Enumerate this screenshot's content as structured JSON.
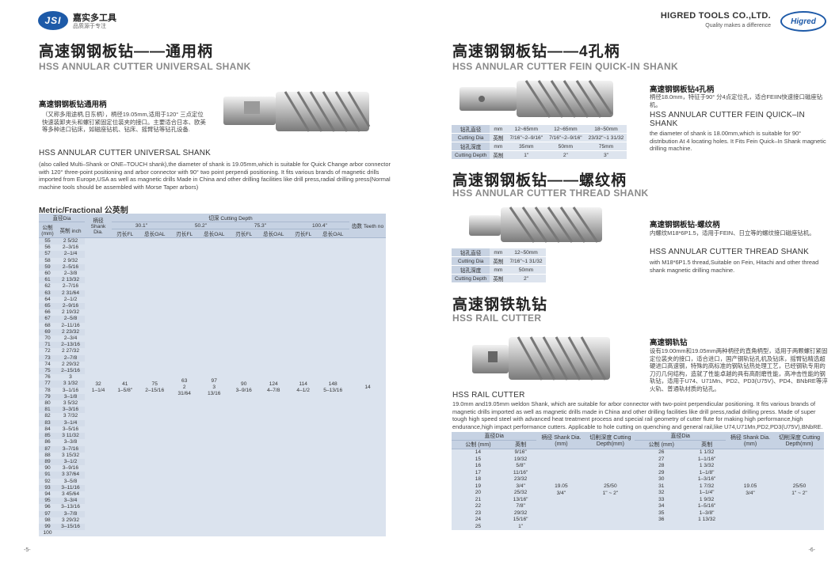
{
  "left": {
    "brand_cn": "嘉实多工具",
    "brand_slogan": "品质源于专注",
    "logo_text": "JSI",
    "title_cn": "高速钢钢板钻——通用柄",
    "title_en": "HSS ANNULAR CUTTER UNIVERSAL SHANK",
    "sub_cn": "高速钢钢板钻通用柄",
    "desc_cn": "（又称多用途柄,日东柄），柄径19.05mm,适用于120° 三点定位快速装卸夹头和螺钉紧固定位装夹的接口。主要适合日本、欧美等多种进口钻床，如磁座钻机、钻床、摇臂钻等钻孔设备.",
    "sub_en": "HSS ANNULAR CUTTER UNIVERSAL SHANK",
    "desc_en": "(also called Multi–Shank or ONE–TOUCH shank),the diameter of shank is 19.05mm,which is suitable for Quick Change arbor connector with 120° three-point positioning and arbor connector with 90° two point perpendi positioning. It fits various brands of magnetic drills imported from Europe,USA as well as magnetic drills Made in China and other drilling facilities like drill press,radial drilling press(Normal machine tools should be assembled with Morse Taper arbors)",
    "table_title": "Metric/Fractional 公英制",
    "table": {
      "h_dia": "直径Dia",
      "h_metric": "公制 (mm)",
      "h_inch": "英制 inch",
      "h_shank": "柄径 Shank Dia.",
      "h_cutting": "切深 Cutting Depth",
      "h_teeth": "齿数 Teeth no",
      "depths": [
        "30.1\"",
        "50.2\"",
        "75.3\"",
        "100.4\""
      ],
      "h_fl": "刃长FL",
      "h_oal": "总长OAL",
      "metric": [
        "55",
        "56",
        "57",
        "58",
        "59",
        "60",
        "61",
        "62",
        "63",
        "64",
        "65",
        "66",
        "67",
        "68",
        "69",
        "70",
        "71",
        "72",
        "73",
        "74",
        "75",
        "76",
        "77",
        "78",
        "79",
        "80",
        "81",
        "82",
        "83",
        "84",
        "85",
        "86",
        "87",
        "88",
        "89",
        "90",
        "91",
        "92",
        "93",
        "94",
        "95",
        "96",
        "97",
        "98",
        "99",
        "100"
      ],
      "inch": [
        "2 5/32",
        "2–3/16",
        "2–1/4",
        "2 9/32",
        "2–5/16",
        "2–3/8",
        "2 13/32",
        "2–7/16",
        "2 31/64",
        "2–1/2",
        "2–9/16",
        "2 19/32",
        "2–5/8",
        "2–11/16",
        "2 23/32",
        "2–3/4",
        "2–13/16",
        "2 27/32",
        "2–7/8",
        "2 29/32",
        "2–15/16",
        "3",
        "3 1/32",
        "3–1/16",
        "3–1/8",
        "3 5/32",
        "3–3/16",
        "3 7/32",
        "3–1/4",
        "3–5/16",
        "3 11/32",
        "3–3/8",
        "3–7/16",
        "3 15/32",
        "3–1/2",
        "3–9/16",
        "3 37/64",
        "3–5/8",
        "3–11/16",
        "3 45/64",
        "3–3/4",
        "3–13/16",
        "3–7/8",
        "3 29/32",
        "3–15/16",
        ""
      ],
      "shank": "32\n1–1/4",
      "d30_fl": "41\n1–5/8\"",
      "d30_oal": "75\n2–15/16",
      "d50_fl": "63\n2\n31/64",
      "d50_oal": "97\n3\n13/16",
      "d75_fl": "90\n3–9/16",
      "d75_oal": "124\n4–7/8",
      "d100_fl": "114\n4–1/2",
      "d100_oal": "148\n5–13/16",
      "teeth": "14"
    },
    "page_num": "-5-"
  },
  "right": {
    "company": "HIGRED TOOLS CO.,LTD.",
    "company_slogan": "Quality makes a difference",
    "logo_text": "Higred",
    "fein_title_cn": "高速钢钢板钻——4孔柄",
    "fein_title_en": "HSS ANNULAR CUTTER FEIN QUICK-IN SHANK",
    "fein_sub_cn": "高速钢钢板钻4孔柄",
    "fein_desc_cn": "柄径18.0mm，特征于90° 分4点定位孔，适合FEIIN快速接口磁座钻机。",
    "fein_sub_en": "HSS ANNULAR CUTTER FEIN QUICK–IN SHANK",
    "fein_desc_en": "the diameter of shank is 18.00mm,which is suitable for 90° distribution At 4 locating holes. It Fits Fein Quick–In Shank magnetic drilling machine.",
    "fein_table": {
      "r1": [
        "钻孔直径",
        "mm",
        "12~65mm",
        "12~65mm",
        "18~50mm"
      ],
      "r2": [
        "Cutting Dia",
        "英制",
        "7/16\"~2–9/16\"",
        "7/16\"~2–9/16\"",
        "23/32\"~1 31/32"
      ],
      "r3": [
        "钻孔深度",
        "mm",
        "35mm",
        "50mm",
        "75mm"
      ],
      "r4": [
        "Cutting Depth",
        "英制",
        "1\"",
        "2\"",
        "3\""
      ]
    },
    "thread_title_cn": "高速钢钢板钻——螺纹柄",
    "thread_title_en": "HSS ANNULAR CUTTER THREAD SHANK",
    "thread_sub_cn": "高速钢钢板钻-螺纹柄",
    "thread_desc_cn": "内螺纹M18*6P1.5，适用于FEIN、日立等的螺纹接口磁座钻机。",
    "thread_sub_en": "HSS ANNULAR CUTTER THREAD SHANK",
    "thread_desc_en": "with M18*6P1.5 thread,Suitable on Fein, Hitachi and other thread shank magnetic drilling machine.",
    "thread_table": {
      "r1": [
        "钻孔直径",
        "mm",
        "12~50mm"
      ],
      "r2": [
        "Cutting Dia",
        "英制",
        "7/16\"~1 31/32"
      ],
      "r3": [
        "钻孔深度",
        "mm",
        "50mm"
      ],
      "r4": [
        "Cutting Depth",
        "英制",
        "2\""
      ]
    },
    "rail_title_cn": "高速钢铁轨钻",
    "rail_title_en": "HSS RAIL CUTTER",
    "rail_sub_cn": "高速钢轨钻",
    "rail_desc_cn": "设有19.00mm和19.05mm两种柄径的直角柄型，适用于两颗螺钉紧固定位装夹的接口，适合进口，国产钢轨钻孔机及钻床，摇臂钻精选超硬进口高速钢，特殊的高标准的钢轨钻热处理工艺，已经钢轨专用的刀刃几何结构，造就了性能卓越的具有高耐磨性能，高冲击性能的钢轨钻，适用于U74、U71Mn、PD2、PD3(U75V)、PD4、BNbRE等淬火轨、普通轨材质的钻孔。",
    "rail_sub_en": "HSS RAIL CUTTER",
    "rail_desc_en": "19.0mm and19.05mm weldon Shank, which are suitable for arbor connector with two-point perpendicular positioning. It fits various brands of magnetic drills imported as well as magnetic drills made in China and other drilling facilities like drill press,radial drilling press. Made of super tough high speed steel with advanced heat treatment process and special rail geometry of cutter flute for making high performance,high endurance,high impact performance cutters. Applicable to hole cutting on quenching and general rail,like U74,U71Mn,PD2,PD3(U75V),BNbRE.",
    "rail_table": {
      "h_dia": "直径Dia",
      "h_metric": "公制 (mm)",
      "h_inch": "英制",
      "h_shank": "柄径 Shank Dia.(mm)",
      "h_depth": "切削深度 Cutting Depth(mm)",
      "left_metric": [
        "14",
        "15",
        "16",
        "17",
        "18",
        "19",
        "20",
        "21",
        "22",
        "23",
        "24",
        "25"
      ],
      "left_inch": [
        "9/16\"",
        "19/32",
        "5/8\"",
        "11/16\"",
        "23/32",
        "3/4\"",
        "25/32",
        "13/16\"",
        "7/8\"",
        "29/32",
        "15/16\"",
        "1\""
      ],
      "right_metric": [
        "26",
        "27",
        "28",
        "29",
        "30",
        "31",
        "32",
        "33",
        "34",
        "35",
        "36"
      ],
      "right_inch": [
        "1 1/32",
        "1–1/16\"",
        "1 3/32",
        "1–1/8\"",
        "1–3/16\"",
        "1 7/32",
        "1–1/4\"",
        "1 9/32",
        "1–5/16\"",
        "1–3/8\"",
        "1 13/32"
      ],
      "shank": "19.05\n3/4\"",
      "depth": "25/50\n1\" ~ 2\""
    },
    "page_num": "-6-"
  }
}
